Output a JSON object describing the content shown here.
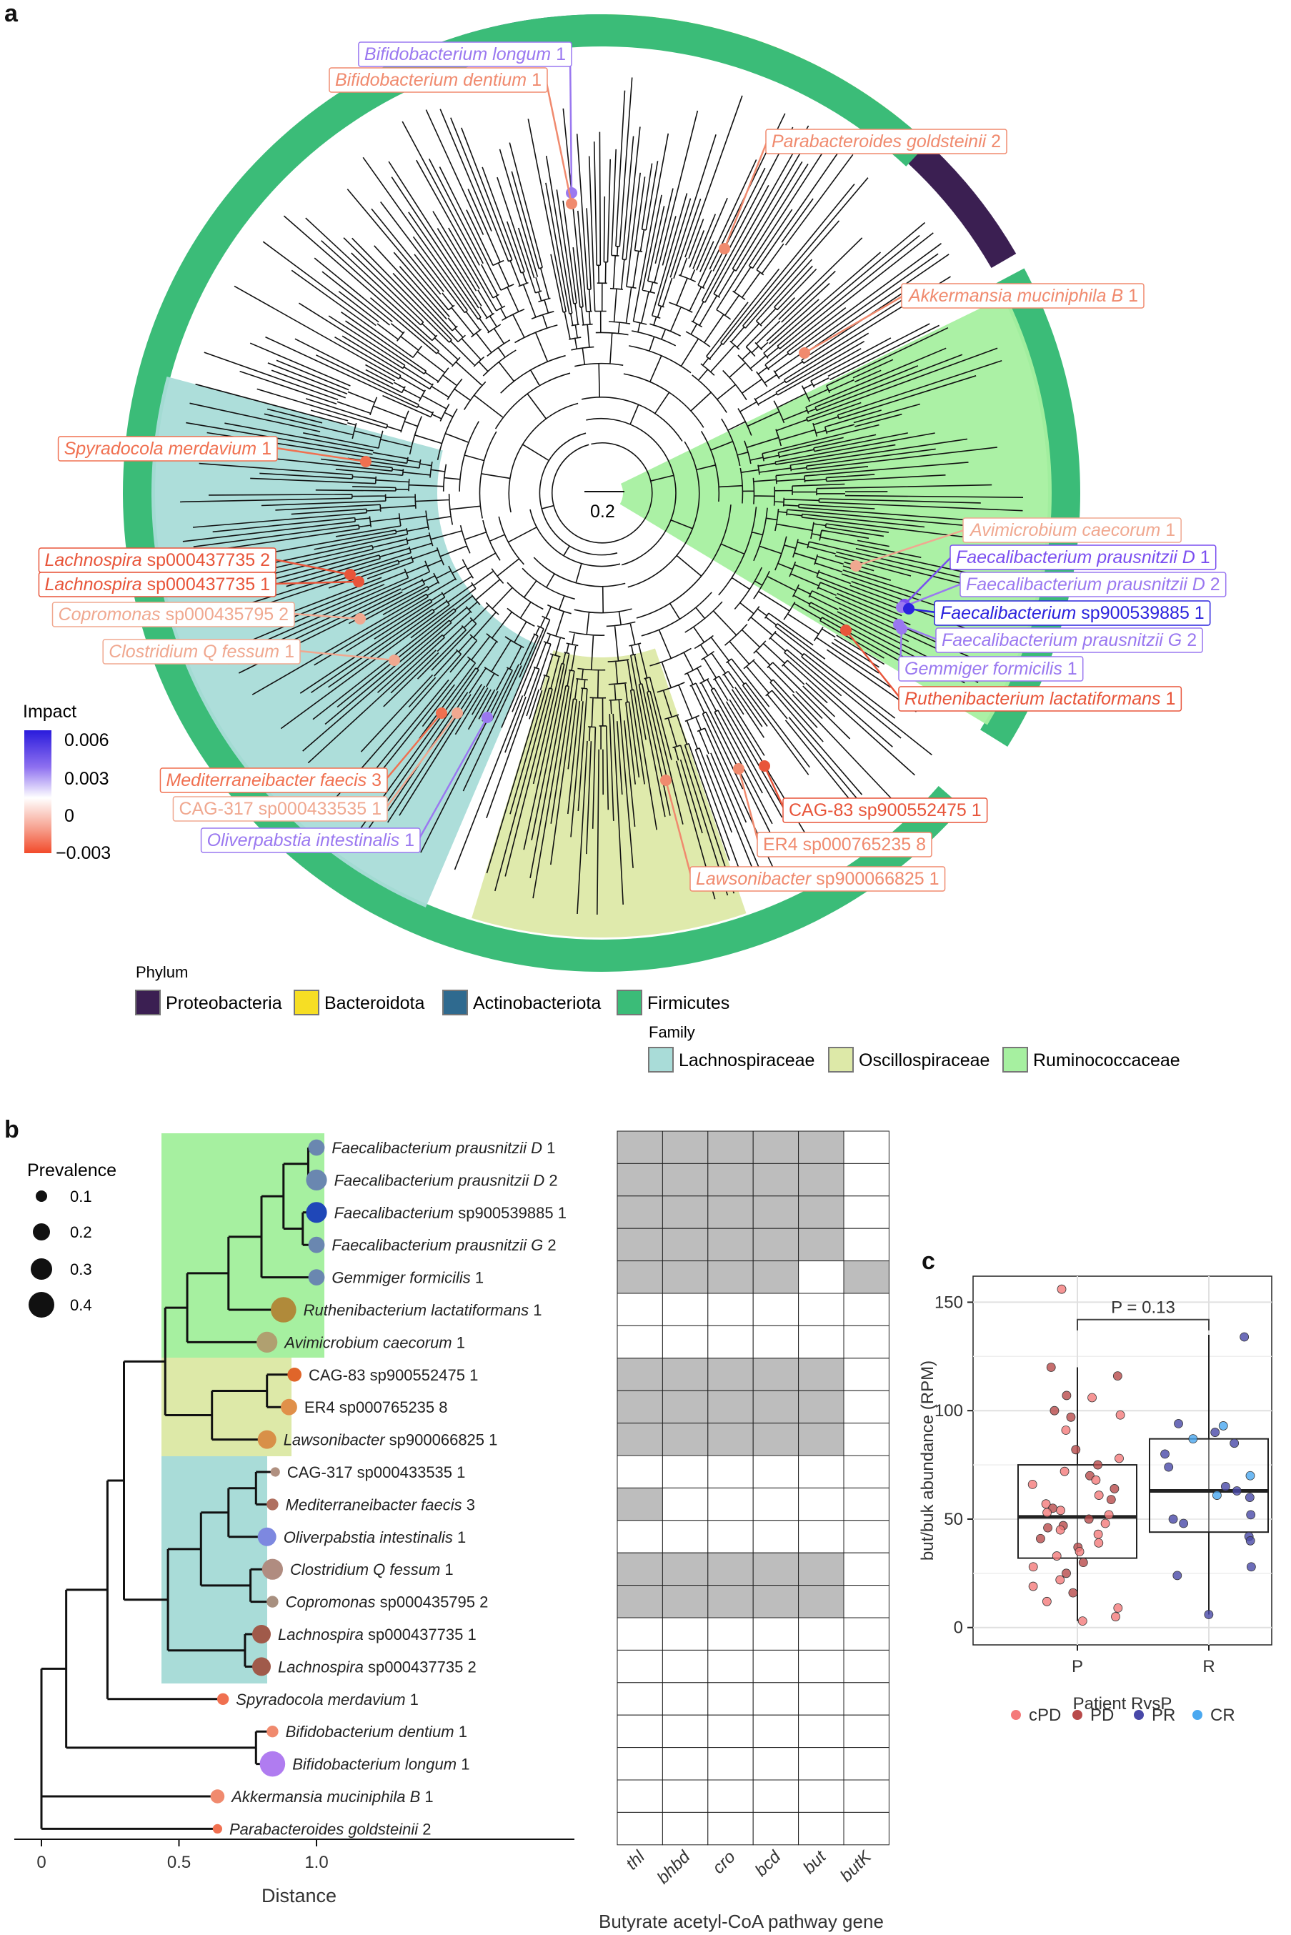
{
  "panels": {
    "a": "a",
    "b": "b",
    "c": "c"
  },
  "panel_a": {
    "scale_label": "0.2",
    "impact_legend": {
      "title": "Impact",
      "ticks": [
        "0.006",
        "0.003",
        "0",
        "−0.003"
      ]
    },
    "phylum_legend": {
      "title": "Phylum",
      "items": [
        {
          "label": "Proteobacteria",
          "color": "#3b1f52"
        },
        {
          "label": "Bacteroidota",
          "color": "#f6de24"
        },
        {
          "label": "Actinobacteriota",
          "color": "#2f6a8f"
        },
        {
          "label": "Firmicutes",
          "color": "#3bbc78"
        }
      ]
    },
    "family_legend": {
      "title": "Family",
      "items": [
        {
          "label": "Lachnospiraceae",
          "color": "#a9dcd8"
        },
        {
          "label": "Oscillospiraceae",
          "color": "#dde9a8"
        },
        {
          "label": "Ruminococcaceae",
          "color": "#a6f0a0"
        }
      ]
    },
    "taxa": [
      {
        "genus": "Bifidobacterium longum",
        "suffix": " 1",
        "italic_genus": true,
        "color": "#9a78f0"
      },
      {
        "genus": "Bifidobacterium dentium",
        "suffix": " 1",
        "italic_genus": true,
        "color": "#f08a6e"
      },
      {
        "genus": "Parabacteroides goldsteinii",
        "suffix": " 2",
        "italic_genus": true,
        "color": "#f08a6e"
      },
      {
        "genus": "Akkermansia muciniphila B",
        "suffix": " 1",
        "italic_genus": true,
        "color": "#f08a6e"
      },
      {
        "genus": "Spyradocola merdavium",
        "suffix": " 1",
        "italic_genus": true,
        "color": "#f07050"
      },
      {
        "genus": "Lachnospira",
        "suffix": " sp000437735 2",
        "italic_genus": true,
        "color": "#e8553a"
      },
      {
        "genus": "Lachnospira",
        "suffix": " sp000437735 1",
        "italic_genus": true,
        "color": "#e8553a"
      },
      {
        "genus": "Copromonas",
        "suffix": " sp000435795 2",
        "italic_genus": true,
        "color": "#f0a890"
      },
      {
        "genus": "Clostridium Q fessum",
        "suffix": " 1",
        "italic_genus": true,
        "color": "#f0a890"
      },
      {
        "genus": "Mediterraneibacter faecis",
        "suffix": " 3",
        "italic_genus": true,
        "color": "#f07050"
      },
      {
        "genus": "CAG-317",
        "suffix": " sp000433535 1",
        "italic_genus": false,
        "color": "#f0a890"
      },
      {
        "genus": "Oliverpabstia intestinalis",
        "suffix": " 1",
        "italic_genus": true,
        "color": "#9a78f0"
      },
      {
        "genus": "Avimicrobium caecorum",
        "suffix": " 1",
        "italic_genus": true,
        "color": "#f0a890"
      },
      {
        "genus": "Faecalibacterium prausnitzii D",
        "suffix": " 1",
        "italic_genus": true,
        "color": "#7a4ef0"
      },
      {
        "genus": "Faecalibacterium prausnitzii D",
        "suffix": " 2",
        "italic_genus": true,
        "color": "#9a78f0"
      },
      {
        "genus": "Faecalibacterium",
        "suffix": " sp900539885 1",
        "italic_genus": true,
        "color": "#2a22dd"
      },
      {
        "genus": "Faecalibacterium prausnitzii G",
        "suffix": " 2",
        "italic_genus": true,
        "color": "#9a78f0"
      },
      {
        "genus": "Gemmiger formicilis",
        "suffix": " 1",
        "italic_genus": true,
        "color": "#9a78f0"
      },
      {
        "genus": "Ruthenibacterium lactatiformans",
        "suffix": " 1",
        "italic_genus": true,
        "color": "#e8553a"
      },
      {
        "genus": "CAG-83",
        "suffix": " sp900552475 1",
        "italic_genus": false,
        "color": "#e8553a"
      },
      {
        "genus": "ER4",
        "suffix": " sp000765235 8",
        "italic_genus": false,
        "color": "#f08a6e"
      },
      {
        "genus": "Lawsonibacter",
        "suffix": " sp900066825 1",
        "italic_genus": true,
        "color": "#f08a6e"
      }
    ]
  },
  "panel_b": {
    "prevalence_legend": {
      "title": "Prevalence",
      "values": [
        "0.1",
        "0.2",
        "0.3",
        "0.4"
      ]
    },
    "rows": [
      {
        "genus": "Faecalibacterium prausnitzii D",
        "suffix": " 1",
        "italic_genus": true,
        "prev": 0.2,
        "color": "#6a87b0",
        "genes": [
          1,
          1,
          1,
          1,
          1,
          0
        ]
      },
      {
        "genus": "Faecalibacterium prausnitzii D",
        "suffix": " 2",
        "italic_genus": true,
        "prev": 0.3,
        "color": "#6a87b0",
        "genes": [
          1,
          1,
          1,
          1,
          1,
          0
        ]
      },
      {
        "genus": "Faecalibacterium",
        "suffix": " sp900539885 1",
        "italic_genus": true,
        "prev": 0.3,
        "color": "#1f47b8",
        "genes": [
          1,
          1,
          1,
          1,
          1,
          0
        ]
      },
      {
        "genus": "Faecalibacterium prausnitzii G",
        "suffix": " 2",
        "italic_genus": true,
        "prev": 0.2,
        "color": "#6a87b0",
        "genes": [
          1,
          1,
          1,
          1,
          1,
          0
        ]
      },
      {
        "genus": "Gemmiger formicilis",
        "suffix": " 1",
        "italic_genus": true,
        "prev": 0.2,
        "color": "#6a87b0",
        "genes": [
          1,
          1,
          1,
          1,
          0,
          1
        ]
      },
      {
        "genus": "Ruthenibacterium lactatiformans",
        "suffix": " 1",
        "italic_genus": true,
        "prev": 0.4,
        "color": "#b08a3a",
        "genes": [
          0,
          0,
          0,
          0,
          0,
          0
        ]
      },
      {
        "genus": "Avimicrobium caecorum",
        "suffix": " 1",
        "italic_genus": true,
        "prev": 0.3,
        "color": "#b0a070",
        "genes": [
          0,
          0,
          0,
          0,
          0,
          0
        ]
      },
      {
        "genus": "CAG-83",
        "suffix": " sp900552475 1",
        "italic_genus": false,
        "prev": 0.15,
        "color": "#e0652a",
        "genes": [
          1,
          1,
          1,
          1,
          1,
          0
        ]
      },
      {
        "genus": "ER4",
        "suffix": " sp000765235 8",
        "italic_genus": false,
        "prev": 0.2,
        "color": "#e0904a",
        "genes": [
          1,
          1,
          1,
          1,
          1,
          0
        ]
      },
      {
        "genus": "Lawsonibacter",
        "suffix": " sp900066825 1",
        "italic_genus": true,
        "prev": 0.25,
        "color": "#d89048",
        "genes": [
          1,
          1,
          1,
          1,
          1,
          0
        ]
      },
      {
        "genus": "CAG-317",
        "suffix": " sp000433535 1",
        "italic_genus": false,
        "prev": 0.05,
        "color": "#b09080",
        "genes": [
          0,
          0,
          0,
          0,
          0,
          0
        ]
      },
      {
        "genus": "Mediterraneibacter faecis",
        "suffix": " 3",
        "italic_genus": true,
        "prev": 0.1,
        "color": "#b07060",
        "genes": [
          1,
          0,
          0,
          0,
          0,
          0
        ]
      },
      {
        "genus": "Oliverpabstia intestinalis",
        "suffix": " 1",
        "italic_genus": true,
        "prev": 0.25,
        "color": "#7d88e0",
        "genes": [
          0,
          0,
          0,
          0,
          0,
          0
        ]
      },
      {
        "genus": "Clostridium Q fessum",
        "suffix": " 1",
        "italic_genus": true,
        "prev": 0.3,
        "color": "#b08c80",
        "genes": [
          1,
          1,
          1,
          1,
          1,
          0
        ]
      },
      {
        "genus": "Copromonas",
        "suffix": " sp000435795 2",
        "italic_genus": true,
        "prev": 0.1,
        "color": "#a89080",
        "genes": [
          1,
          1,
          1,
          1,
          1,
          0
        ]
      },
      {
        "genus": "Lachnospira",
        "suffix": " sp000437735 1",
        "italic_genus": true,
        "prev": 0.25,
        "color": "#a05a4a",
        "genes": [
          0,
          0,
          0,
          0,
          0,
          0
        ]
      },
      {
        "genus": "Lachnospira",
        "suffix": " sp000437735 2",
        "italic_genus": true,
        "prev": 0.25,
        "color": "#a05a4a",
        "genes": [
          0,
          0,
          0,
          0,
          0,
          0
        ]
      },
      {
        "genus": "Spyradocola merdavium",
        "suffix": " 1",
        "italic_genus": true,
        "prev": 0.1,
        "color": "#f07050",
        "genes": [
          0,
          0,
          0,
          0,
          0,
          0
        ]
      },
      {
        "genus": "Bifidobacterium dentium",
        "suffix": " 1",
        "italic_genus": true,
        "prev": 0.1,
        "color": "#f08a6e",
        "genes": [
          0,
          0,
          0,
          0,
          0,
          0
        ]
      },
      {
        "genus": "Bifidobacterium longum",
        "suffix": " 1",
        "italic_genus": true,
        "prev": 0.4,
        "color": "#b07cf0",
        "genes": [
          0,
          0,
          0,
          0,
          0,
          0
        ]
      },
      {
        "genus": "Akkermansia muciniphila B",
        "suffix": " 1",
        "italic_genus": true,
        "prev": 0.15,
        "color": "#f08a6e",
        "genes": [
          0,
          0,
          0,
          0,
          0,
          0
        ]
      },
      {
        "genus": "Parabacteroides goldsteinii",
        "suffix": " 2",
        "italic_genus": true,
        "prev": 0.05,
        "color": "#f07050",
        "genes": [
          0,
          0,
          0,
          0,
          0,
          0
        ]
      }
    ],
    "x_ticks": [
      0,
      0.5,
      1.0
    ],
    "x_tick_labels": [
      "0",
      "0.5",
      "1.0"
    ],
    "xlabel": "Distance",
    "genes": [
      "thl",
      "bhbd",
      "cro",
      "bcd",
      "but",
      "butK"
    ],
    "gene_axis_label": "Butyrate acetyl-CoA pathway gene"
  },
  "chart_data": {
    "type": "box",
    "ylabel": "but/buk abundance (RPM)",
    "xlabel": "Patient RvsP",
    "categories": [
      "P",
      "R"
    ],
    "y_ticks": [
      0,
      50,
      100,
      150
    ],
    "ylim": [
      -8,
      162
    ],
    "annotation": "P = 0.13",
    "boxes": [
      {
        "category": "P",
        "whisker_low": 3,
        "q1": 32,
        "median": 51,
        "q3": 75,
        "whisker_high": 120
      },
      {
        "category": "R",
        "whisker_low": 6,
        "q1": 44,
        "median": 63,
        "q3": 87,
        "whisker_high": 135
      }
    ],
    "legend": [
      {
        "label": "cPD",
        "color": "#f47a7a"
      },
      {
        "label": "PD",
        "color": "#b84a4a"
      },
      {
        "label": "PR",
        "color": "#4848a8"
      },
      {
        "label": "CR",
        "color": "#4aa8f0"
      }
    ],
    "points": [
      {
        "x": "P",
        "y": 156,
        "group": "cPD"
      },
      {
        "x": "P",
        "y": 120,
        "group": "PD"
      },
      {
        "x": "P",
        "y": 116,
        "group": "PD"
      },
      {
        "x": "P",
        "y": 107,
        "group": "PD"
      },
      {
        "x": "P",
        "y": 106,
        "group": "cPD"
      },
      {
        "x": "P",
        "y": 100,
        "group": "PD"
      },
      {
        "x": "P",
        "y": 98,
        "group": "cPD"
      },
      {
        "x": "P",
        "y": 97,
        "group": "PD"
      },
      {
        "x": "P",
        "y": 91,
        "group": "cPD"
      },
      {
        "x": "P",
        "y": 82,
        "group": "PD"
      },
      {
        "x": "P",
        "y": 78,
        "group": "cPD"
      },
      {
        "x": "P",
        "y": 75,
        "group": "PD"
      },
      {
        "x": "P",
        "y": 72,
        "group": "cPD"
      },
      {
        "x": "P",
        "y": 70,
        "group": "PD"
      },
      {
        "x": "P",
        "y": 68,
        "group": "cPD"
      },
      {
        "x": "P",
        "y": 66,
        "group": "cPD"
      },
      {
        "x": "P",
        "y": 64,
        "group": "PD"
      },
      {
        "x": "P",
        "y": 61,
        "group": "cPD"
      },
      {
        "x": "P",
        "y": 59,
        "group": "PD"
      },
      {
        "x": "P",
        "y": 57,
        "group": "cPD"
      },
      {
        "x": "P",
        "y": 55,
        "group": "PD"
      },
      {
        "x": "P",
        "y": 54,
        "group": "cPD"
      },
      {
        "x": "P",
        "y": 52,
        "group": "cPD"
      },
      {
        "x": "P",
        "y": 50,
        "group": "PD"
      },
      {
        "x": "P",
        "y": 48,
        "group": "cPD"
      },
      {
        "x": "P",
        "y": 47,
        "group": "PD"
      },
      {
        "x": "P",
        "y": 45,
        "group": "cPD"
      },
      {
        "x": "P",
        "y": 43,
        "group": "cPD"
      },
      {
        "x": "P",
        "y": 41,
        "group": "PD"
      },
      {
        "x": "P",
        "y": 39,
        "group": "cPD"
      },
      {
        "x": "P",
        "y": 37,
        "group": "PD"
      },
      {
        "x": "P",
        "y": 35,
        "group": "cPD"
      },
      {
        "x": "P",
        "y": 33,
        "group": "cPD"
      },
      {
        "x": "P",
        "y": 30,
        "group": "PD"
      },
      {
        "x": "P",
        "y": 28,
        "group": "cPD"
      },
      {
        "x": "P",
        "y": 25,
        "group": "PD"
      },
      {
        "x": "P",
        "y": 22,
        "group": "cPD"
      },
      {
        "x": "P",
        "y": 19,
        "group": "cPD"
      },
      {
        "x": "P",
        "y": 16,
        "group": "PD"
      },
      {
        "x": "P",
        "y": 12,
        "group": "cPD"
      },
      {
        "x": "P",
        "y": 9,
        "group": "cPD"
      },
      {
        "x": "P",
        "y": 5,
        "group": "cPD"
      },
      {
        "x": "P",
        "y": 3,
        "group": "cPD"
      },
      {
        "x": "P",
        "y": 46,
        "group": "PD"
      },
      {
        "x": "P",
        "y": 53,
        "group": "cPD"
      },
      {
        "x": "R",
        "y": 134,
        "group": "PR"
      },
      {
        "x": "R",
        "y": 94,
        "group": "PR"
      },
      {
        "x": "R",
        "y": 93,
        "group": "CR"
      },
      {
        "x": "R",
        "y": 90,
        "group": "PR"
      },
      {
        "x": "R",
        "y": 87,
        "group": "CR"
      },
      {
        "x": "R",
        "y": 85,
        "group": "PR"
      },
      {
        "x": "R",
        "y": 80,
        "group": "PR"
      },
      {
        "x": "R",
        "y": 74,
        "group": "PR"
      },
      {
        "x": "R",
        "y": 70,
        "group": "CR"
      },
      {
        "x": "R",
        "y": 65,
        "group": "PR"
      },
      {
        "x": "R",
        "y": 63,
        "group": "PR"
      },
      {
        "x": "R",
        "y": 61,
        "group": "CR"
      },
      {
        "x": "R",
        "y": 60,
        "group": "PR"
      },
      {
        "x": "R",
        "y": 52,
        "group": "PR"
      },
      {
        "x": "R",
        "y": 50,
        "group": "PR"
      },
      {
        "x": "R",
        "y": 48,
        "group": "PR"
      },
      {
        "x": "R",
        "y": 42,
        "group": "PR"
      },
      {
        "x": "R",
        "y": 40,
        "group": "PR"
      },
      {
        "x": "R",
        "y": 28,
        "group": "PR"
      },
      {
        "x": "R",
        "y": 24,
        "group": "PR"
      },
      {
        "x": "R",
        "y": 6,
        "group": "PR"
      }
    ]
  }
}
